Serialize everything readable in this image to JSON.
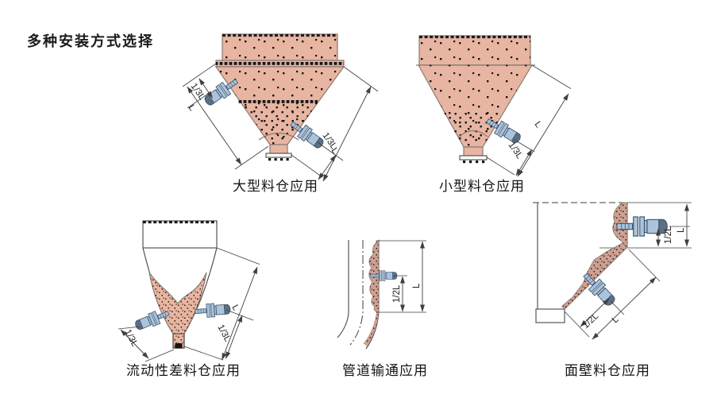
{
  "title": "多种安装方式选择",
  "figures": [
    {
      "id": "large-silo",
      "caption": "大型料仓应用",
      "dims": [
        "1/3L",
        "L",
        "1/3L",
        "L"
      ]
    },
    {
      "id": "small-silo",
      "caption": "小型料仓应用",
      "dims": [
        "1/3L",
        "L"
      ]
    },
    {
      "id": "poor-flow-silo",
      "caption": "流动性差料仓应用",
      "dims": [
        "1/3L",
        "1/3L",
        "L"
      ]
    },
    {
      "id": "pipeline",
      "caption": "管道输通应用",
      "dims": [
        "1/2L",
        "L"
      ]
    },
    {
      "id": "wall-silo",
      "caption": "面壁料仓应用",
      "dims": [
        "1/2L",
        "L",
        "1/2L",
        "L"
      ]
    }
  ],
  "colors": {
    "background": "#ffffff",
    "material": "#e7b5a1",
    "particle": "#161616",
    "sensor_body": "#abc4db",
    "sensor_cap": "#5d6f80",
    "outline": "#8a7a70",
    "line": "#3f3f3f"
  }
}
